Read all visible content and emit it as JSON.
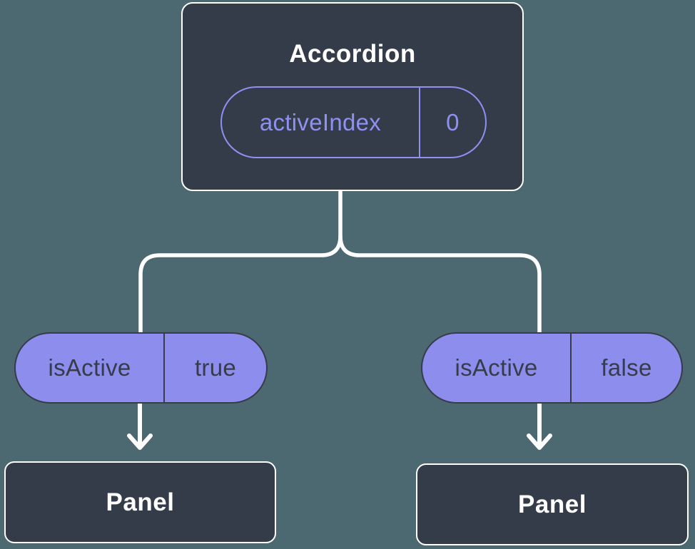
{
  "diagram": {
    "root": {
      "title": "Accordion",
      "state": {
        "name": "activeIndex",
        "value": "0"
      }
    },
    "branches": [
      {
        "prop": {
          "name": "isActive",
          "value": "true"
        },
        "child": {
          "title": "Panel"
        }
      },
      {
        "prop": {
          "name": "isActive",
          "value": "false"
        },
        "child": {
          "title": "Panel"
        }
      }
    ]
  },
  "colors": {
    "background": "#4C6870",
    "node_fill": "#353C49",
    "node_border": "#FFFFFF",
    "pill_fill": "#8C8DEC",
    "accent_purple": "#8E90F2",
    "connector": "#FFFFFF",
    "text_light": "#FFFFFF",
    "text_dark": "#363C49"
  }
}
